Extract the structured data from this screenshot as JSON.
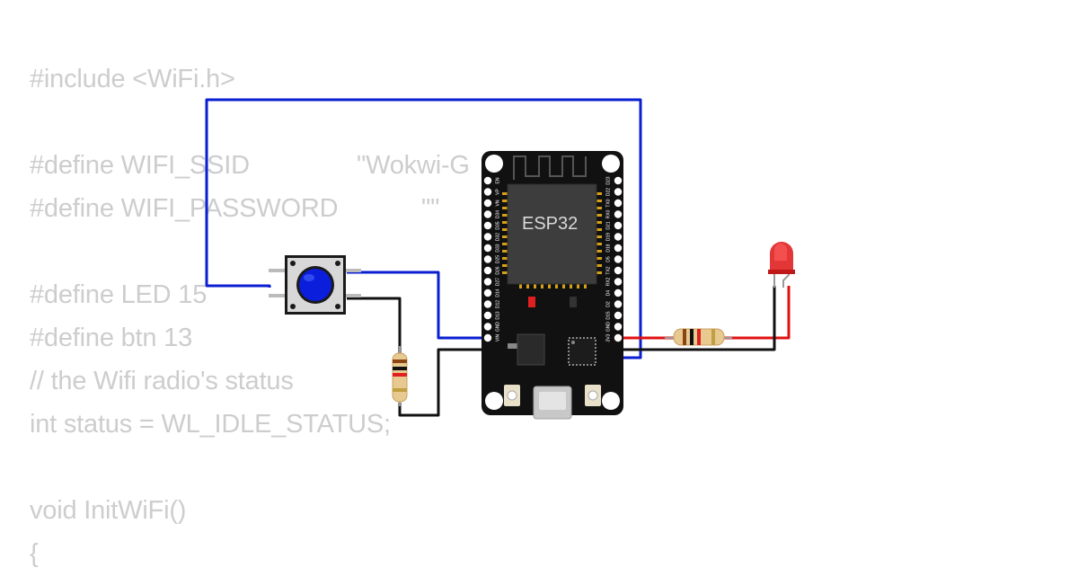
{
  "code": {
    "lines": [
      "#include <WiFi.h>",
      "#define WIFI_SSID",
      "\"Wokwi-G",
      "#define WIFI_PASSWORD",
      "\"\"",
      "#define LED 15",
      "#define btn 13",
      "// the Wifi radio's status",
      "int status = WL_IDLE_STATUS;",
      "void InitWiFi()",
      "{"
    ]
  },
  "board": {
    "chip_label": "ESP32",
    "left_pins": [
      "EN",
      "VP",
      "VN",
      "D34",
      "D35",
      "D32",
      "D33",
      "D25",
      "D26",
      "D27",
      "D14",
      "D12",
      "D13",
      "GND",
      "VIN"
    ],
    "right_pins": [
      "D23",
      "D22",
      "TX0",
      "RX0",
      "D21",
      "D19",
      "D18",
      "D5",
      "TX2",
      "RX2",
      "D4",
      "D2",
      "D15",
      "GND",
      "3V3"
    ]
  },
  "colors": {
    "wire_blue": "#0a1ed2",
    "wire_black": "#111111",
    "wire_red": "#e01010",
    "board": "#111111",
    "button_cap": "#0a1edc",
    "led": "#e02020",
    "code_text": "#cdcdcd"
  }
}
